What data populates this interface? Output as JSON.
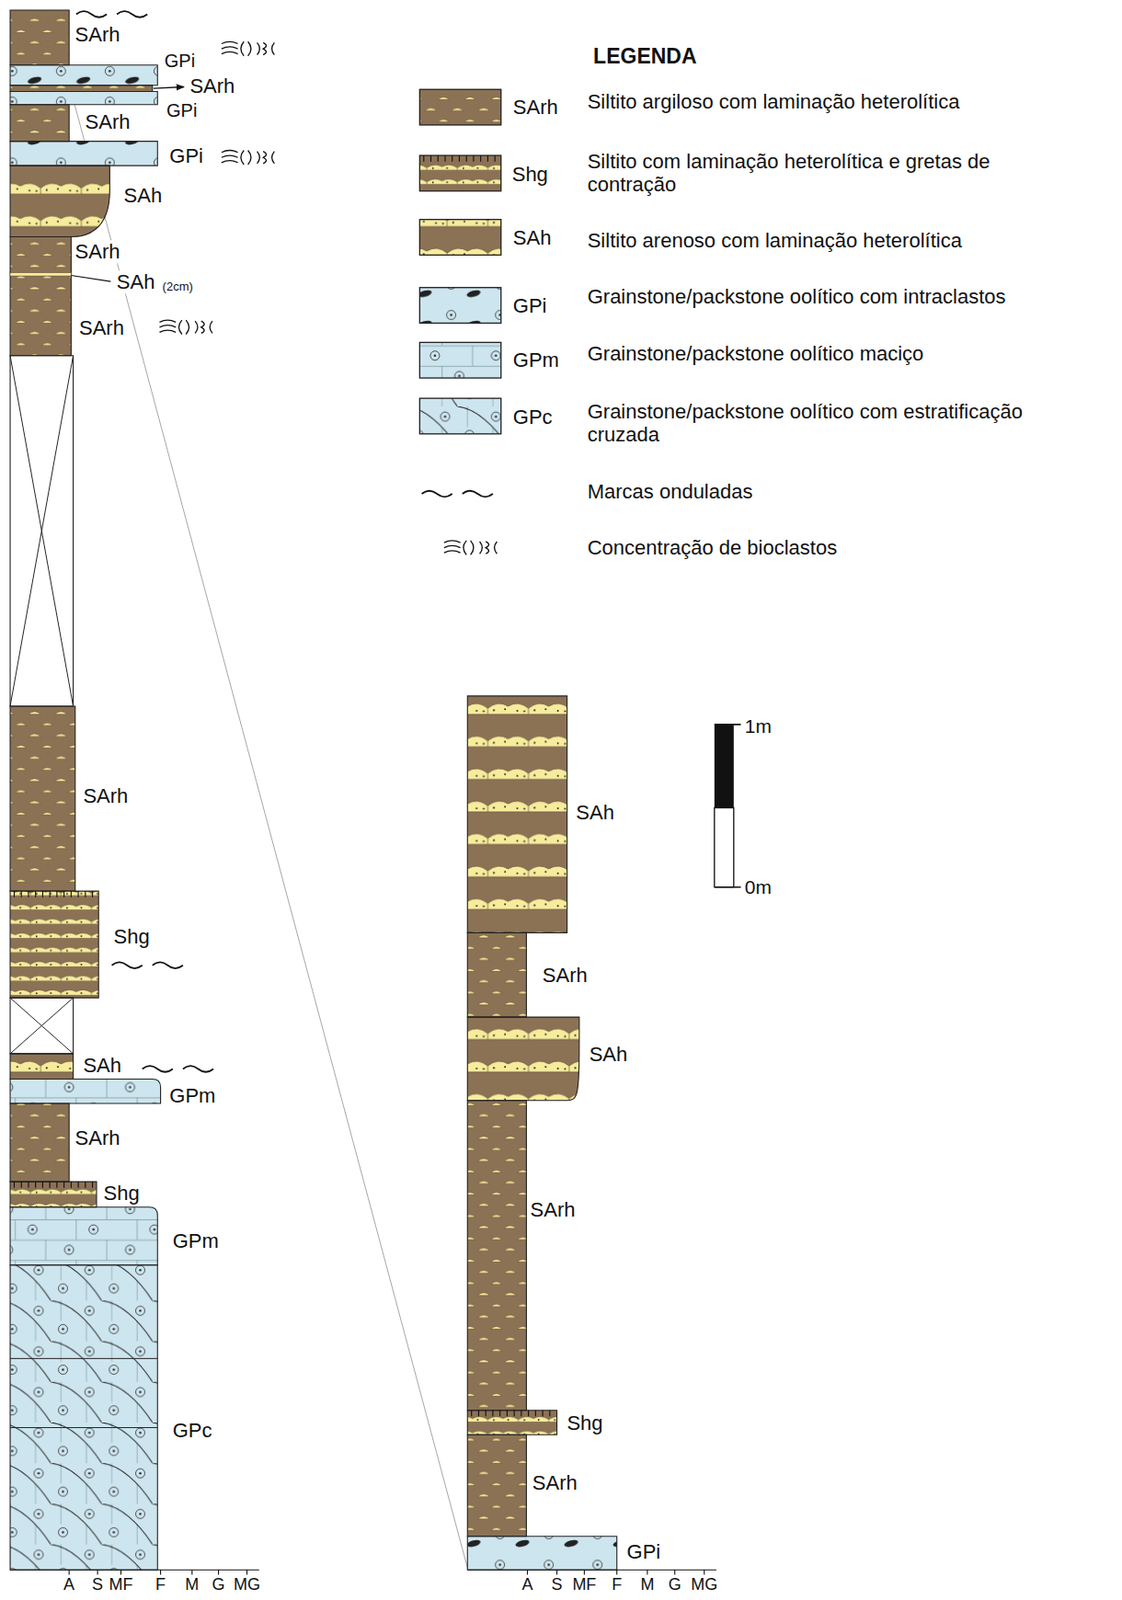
{
  "diagram": {
    "labels": [
      "LEGENDA",
      "SArh",
      "Shg",
      "SAh",
      "GPi",
      "GPm",
      "GPc",
      "SArh",
      "GPi",
      "SArh",
      "GPi",
      "SArh",
      "GPi",
      "SAh",
      "SArh",
      "SAh",
      "(2cm)",
      "SArh",
      "SArh",
      "Shg",
      "SAh",
      "GPm",
      "SArh",
      "Shg",
      "GPm",
      "GPc",
      "SAh",
      "SArh",
      "SAh",
      "SArh",
      "Shg",
      "SArh",
      "GPi",
      "1m",
      "0m",
      "A",
      "S",
      "MF",
      "F",
      "M",
      "G",
      "MG",
      "A",
      "S",
      "MF",
      "F",
      "M",
      "G",
      "MG"
    ],
    "legend": [
      {
        "text": "Siltito argiloso com laminação heterolítica",
        "color": "#8c7255"
      },
      {
        "text": "Siltito com laminação heterolítica e gretas de contração",
        "color": "#8c7255"
      },
      {
        "text": "Siltito arenoso com laminação heterolítica",
        "color": "#8c7255"
      },
      {
        "text": "Grainstone/packstone oolítico com intraclastos",
        "color": "#cde5ee"
      },
      {
        "text": "Grainstone/packstone oolítico maciço",
        "color": "#cde5ee"
      },
      {
        "text": "Grainstone/packstone oolítico com estratificação cruzada",
        "color": "#cde5ee"
      },
      {
        "text": "Marcas onduladas"
      },
      {
        "text": "Concentração de bioclastos"
      }
    ]
  }
}
